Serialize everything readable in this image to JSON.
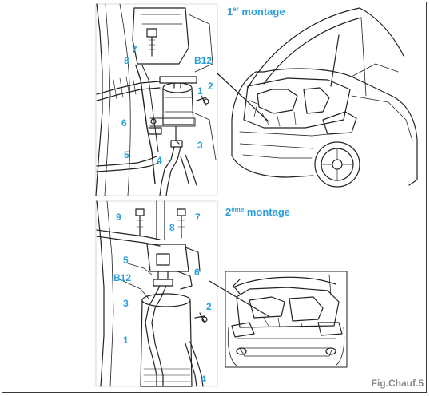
{
  "titles": {
    "first": {
      "num": "1",
      "sup": "er",
      "rest": " montage"
    },
    "second": {
      "num": "2",
      "sup": "ème",
      "rest": " montage"
    }
  },
  "callouts_top": [
    "7",
    "8",
    "B12",
    "2",
    "1",
    "6",
    "3",
    "5",
    "4"
  ],
  "callouts_bottom": [
    "9",
    "7",
    "8",
    "5",
    "6",
    "B12",
    "3",
    "2",
    "1",
    "4"
  ],
  "figure_label": "Fig.Chauf.5",
  "colors": {
    "accent": "#2a9fd8",
    "line": "#222222",
    "caption": "#8a8a8a"
  }
}
